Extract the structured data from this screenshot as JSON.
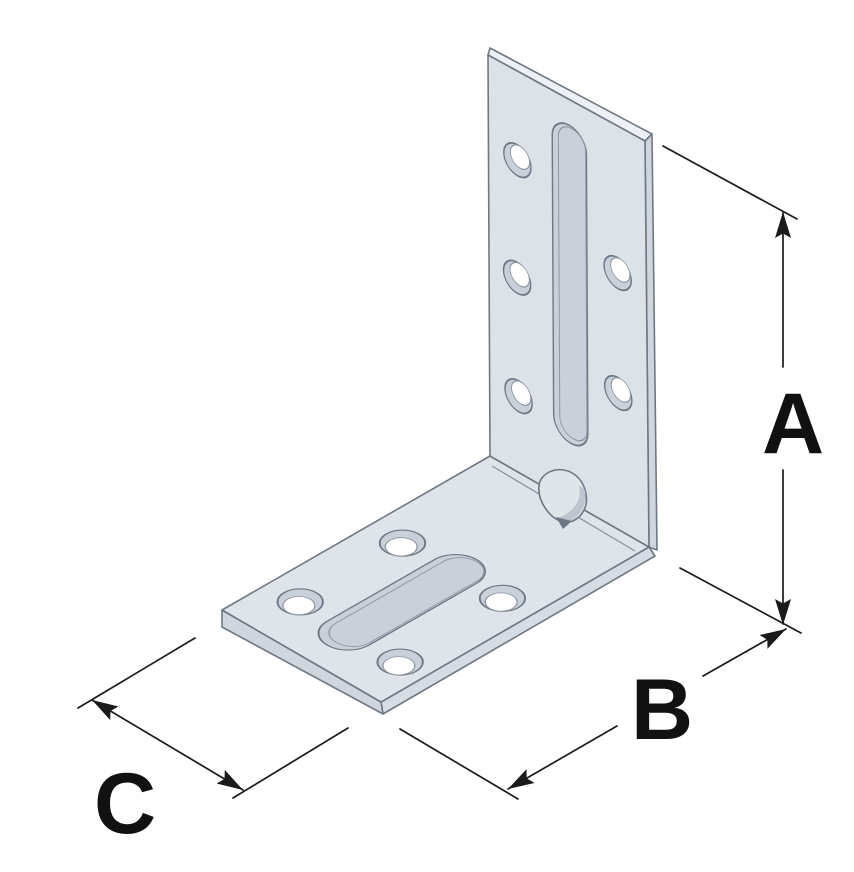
{
  "figure": {
    "background": "#ffffff",
    "labels": {
      "a": "A",
      "b": "B",
      "c": "C"
    },
    "bracket": {
      "vertical_leg_round_holes": 5,
      "vertical_leg_slots": 1,
      "base_leg_round_holes": 4,
      "base_leg_slots": 1,
      "bend_rib": 1
    },
    "colors": {
      "metal_face": "#dce2e8",
      "metal_top": "#edf0f4",
      "metal_side": "#cfd6de",
      "base_top": "#dfe4ea",
      "base_side": "#d6dce3",
      "hole_wall": "#c9d0d9",
      "opening": "#ffffff",
      "outline": "#6e7884",
      "dimension": "#1b1b1b"
    }
  }
}
